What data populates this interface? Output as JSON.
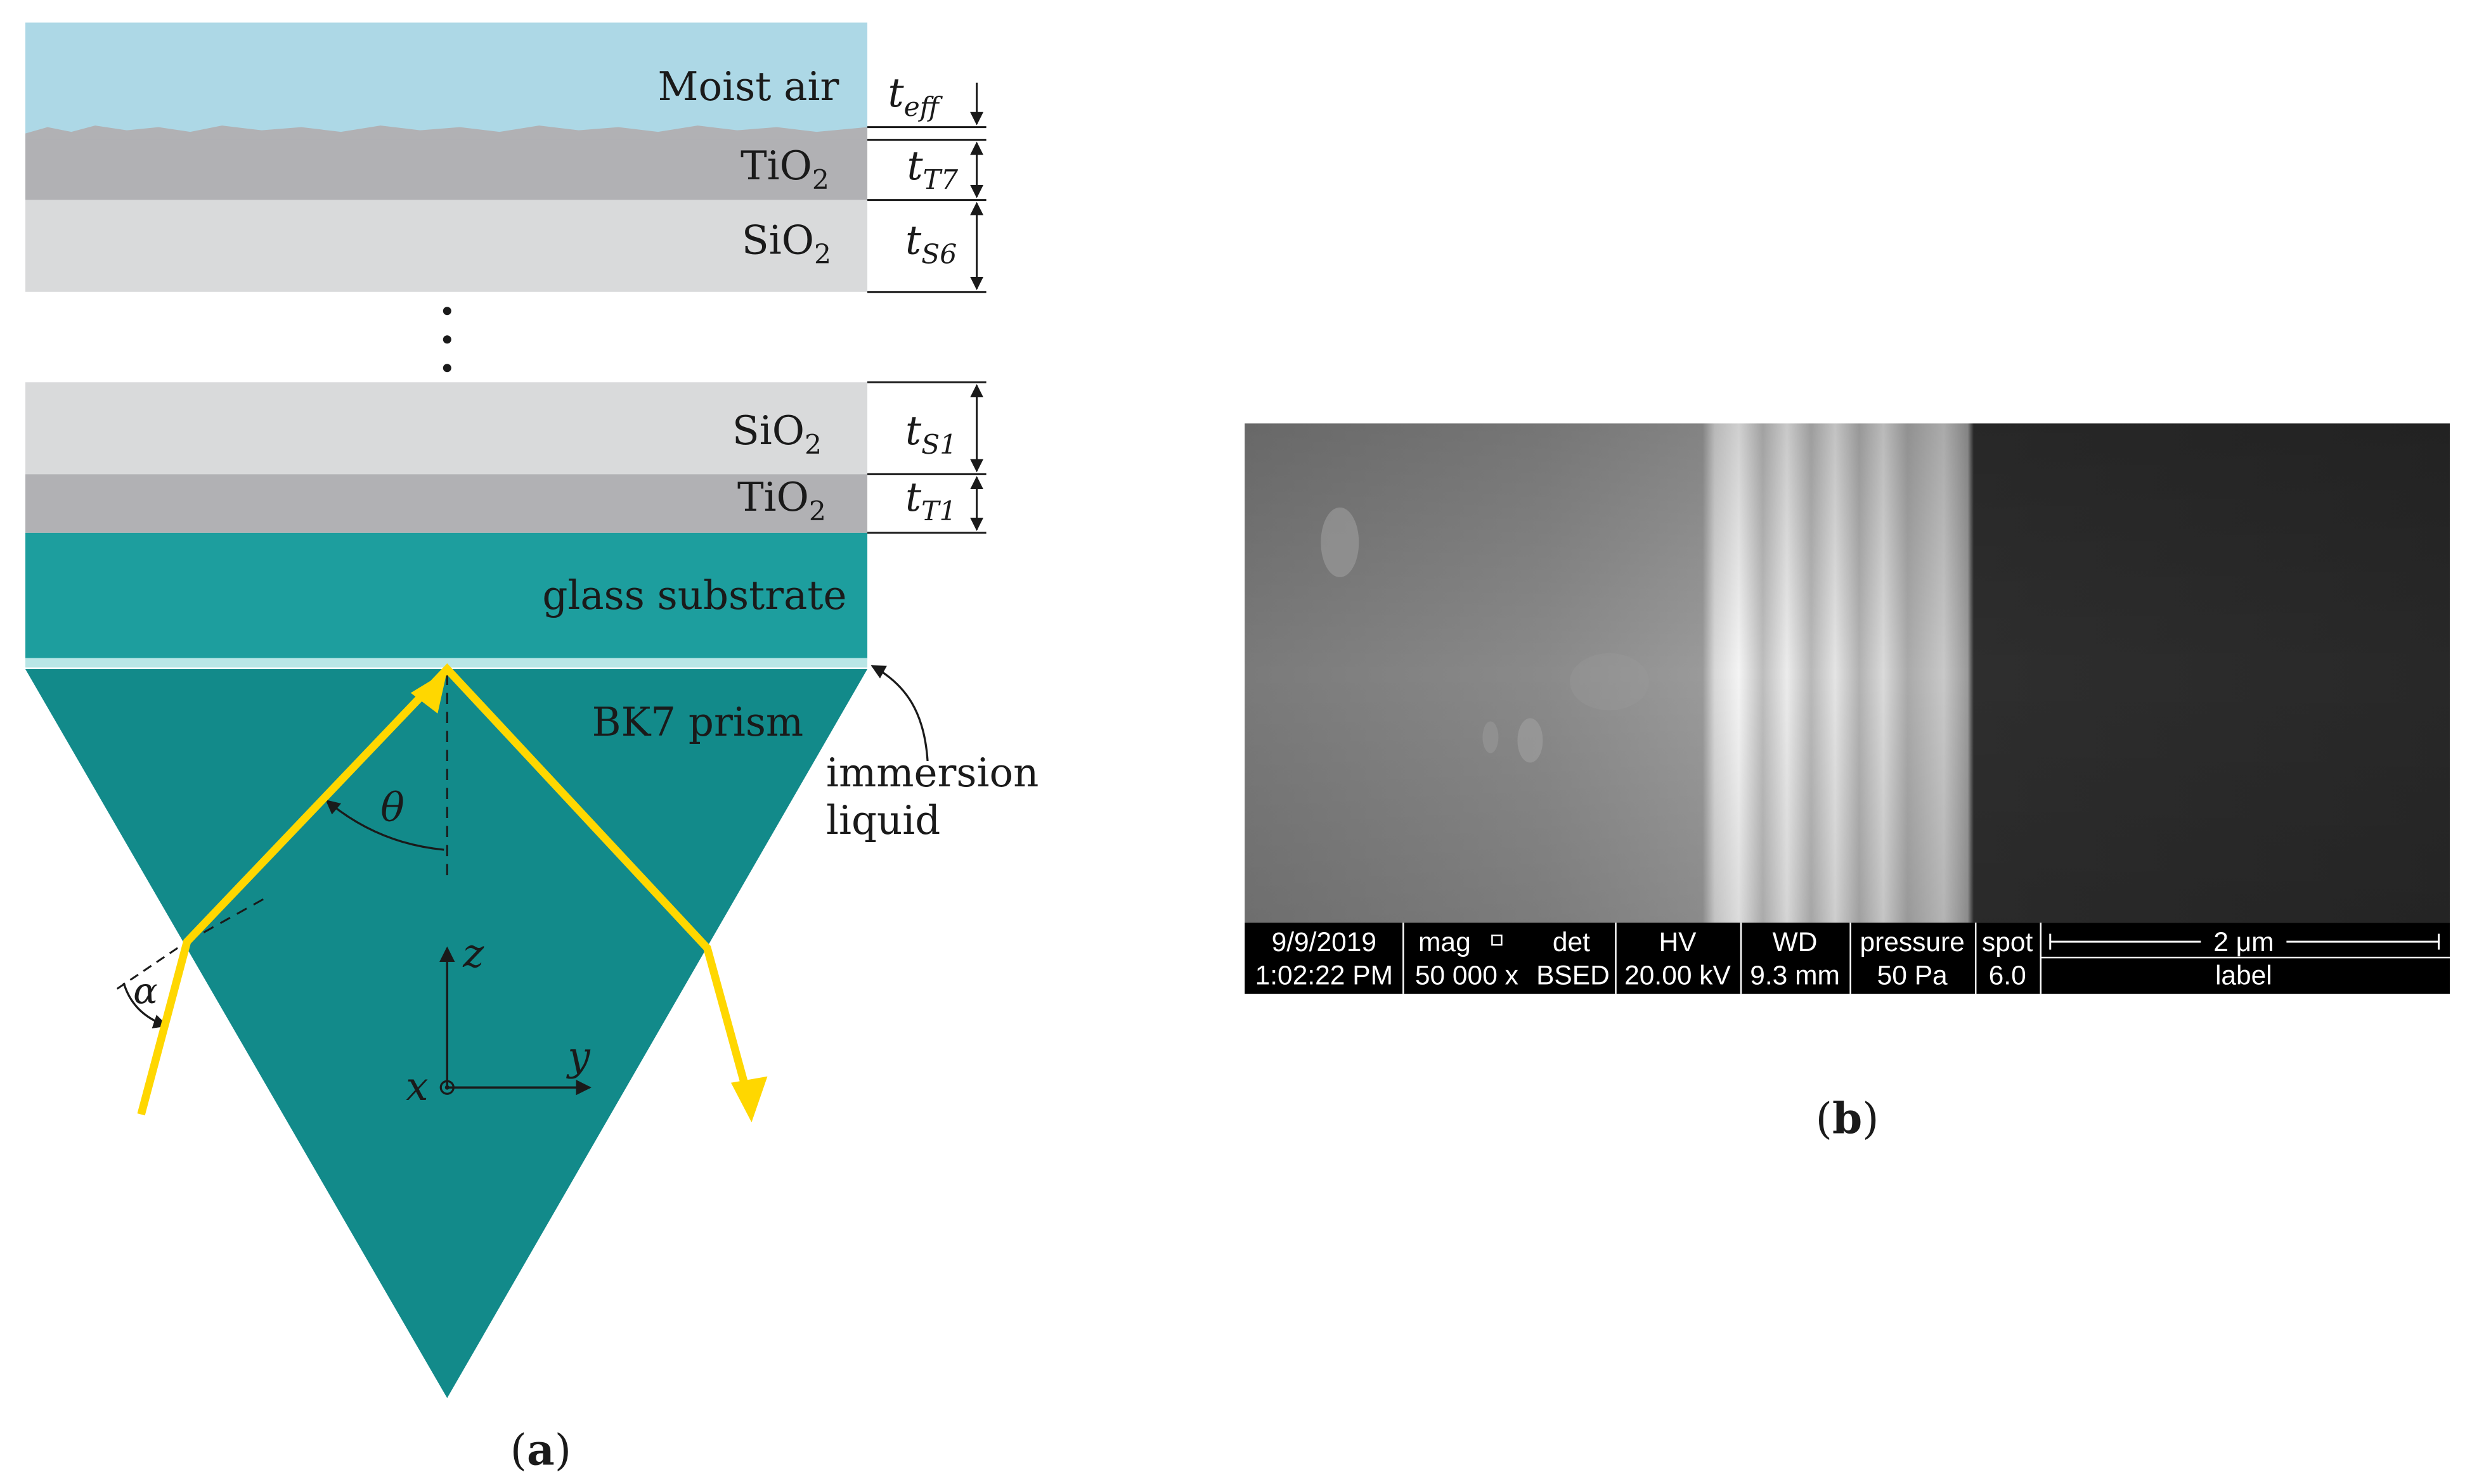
{
  "panel_a": {
    "layers": {
      "moist_air": "Moist air",
      "tio2_top": {
        "base": "TiO",
        "sub": "2"
      },
      "sio2_top": {
        "base": "SiO",
        "sub": "2"
      },
      "sio2_bottom": {
        "base": "SiO",
        "sub": "2"
      },
      "tio2_bottom": {
        "base": "TiO",
        "sub": "2"
      },
      "glass": "glass substrate",
      "prism": "BK7 prism"
    },
    "thicknesses": [
      {
        "base": "t",
        "sub": "eff"
      },
      {
        "base": "t",
        "sub": "T7"
      },
      {
        "base": "t",
        "sub": "S6"
      },
      {
        "base": "t",
        "sub": "S1"
      },
      {
        "base": "t",
        "sub": "T1"
      }
    ],
    "immersion": {
      "line1": "immersion",
      "line2": "liquid"
    },
    "angles": {
      "theta": "θ",
      "alpha": "α"
    },
    "axes": {
      "z": "z",
      "y": "y",
      "x": "x"
    },
    "caption": {
      "open": "(",
      "letter": "a",
      "close": ")"
    },
    "colors": {
      "moist_air": "#ADD8E6",
      "tio2": "#B1B1B4",
      "sio2": "#D9DADB",
      "glass": "#1D9E9E",
      "prism": "#128A8A",
      "beam": "#FFD700"
    }
  },
  "panel_b": {
    "sem_bar": {
      "row1": [
        "9/9/2019",
        "mag",
        "det",
        "HV",
        "WD",
        "pressure",
        "spot",
        "2 μm"
      ],
      "row2": [
        "1:02:22 PM",
        "50 000 x",
        "BSED",
        "20.00 kV",
        "9.3 mm",
        "50 Pa",
        "6.0",
        "label"
      ]
    },
    "caption": {
      "open": "(",
      "letter": "b",
      "close": ")"
    }
  }
}
